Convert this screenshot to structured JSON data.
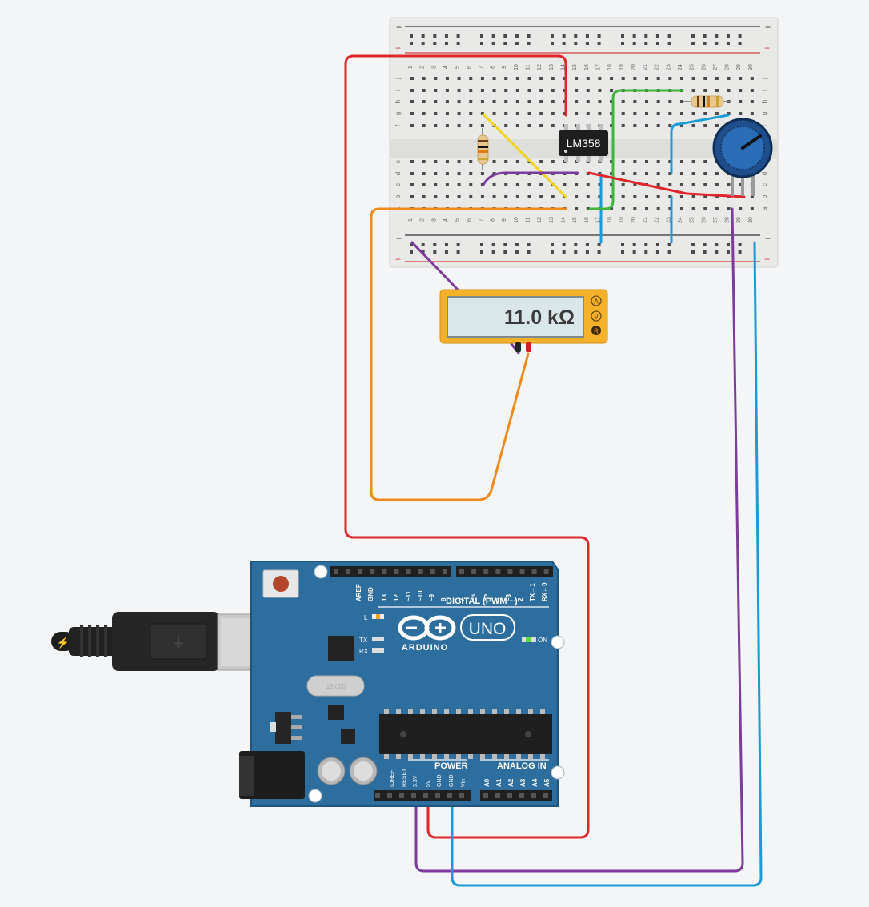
{
  "breadboard": {
    "rail_minus": "−",
    "rail_plus": "+",
    "top_rows": [
      "j",
      "i",
      "h",
      "g",
      "f"
    ],
    "bottom_rows": [
      "e",
      "d",
      "c",
      "b",
      "a"
    ],
    "columns": [
      "1",
      "2",
      "3",
      "4",
      "5",
      "6",
      "7",
      "8",
      "9",
      "10",
      "11",
      "12",
      "13",
      "14",
      "15",
      "16",
      "17",
      "18",
      "19",
      "20",
      "21",
      "22",
      "23",
      "24",
      "25",
      "26",
      "27",
      "28",
      "29",
      "30"
    ]
  },
  "ic": {
    "label": "LM358"
  },
  "multimeter": {
    "reading": "11.0 kΩ",
    "modes": [
      "A",
      "V",
      "R"
    ],
    "active_mode": "R"
  },
  "arduino": {
    "brand": "ARDUINO",
    "model": "UNO",
    "digital_header_label": "DIGITAL (PWM ~)",
    "power_label": "POWER",
    "analog_label": "ANALOG IN",
    "on_label": "ON",
    "l_label": "L",
    "tx_label": "TX",
    "rx_label": "RX",
    "crystal_label": "16.000",
    "digital_pins": [
      "AREF",
      "GND",
      "13",
      "12",
      "~11",
      "~10",
      "~9",
      "8",
      "7",
      "~6",
      "~5",
      "4",
      "~3",
      "2",
      "TX→1",
      "RX←0"
    ],
    "power_pins": [
      "IOREF",
      "RESET",
      "3.3V",
      "5V",
      "GND",
      "GND",
      "Vin"
    ],
    "analog_pins": [
      "A0",
      "A1",
      "A2",
      "A3",
      "A4",
      "A5"
    ]
  },
  "colors": {
    "wire_red": "#e0262a",
    "wire_orange": "#ef8a19",
    "wire_purple": "#7b3c9c",
    "wire_blue": "#1a9bd7",
    "wire_green": "#3fb43f",
    "wire_yellow": "#f2d21a",
    "board_blue": "#2d6e9e",
    "multimeter_yellow": "#f6b12a"
  }
}
